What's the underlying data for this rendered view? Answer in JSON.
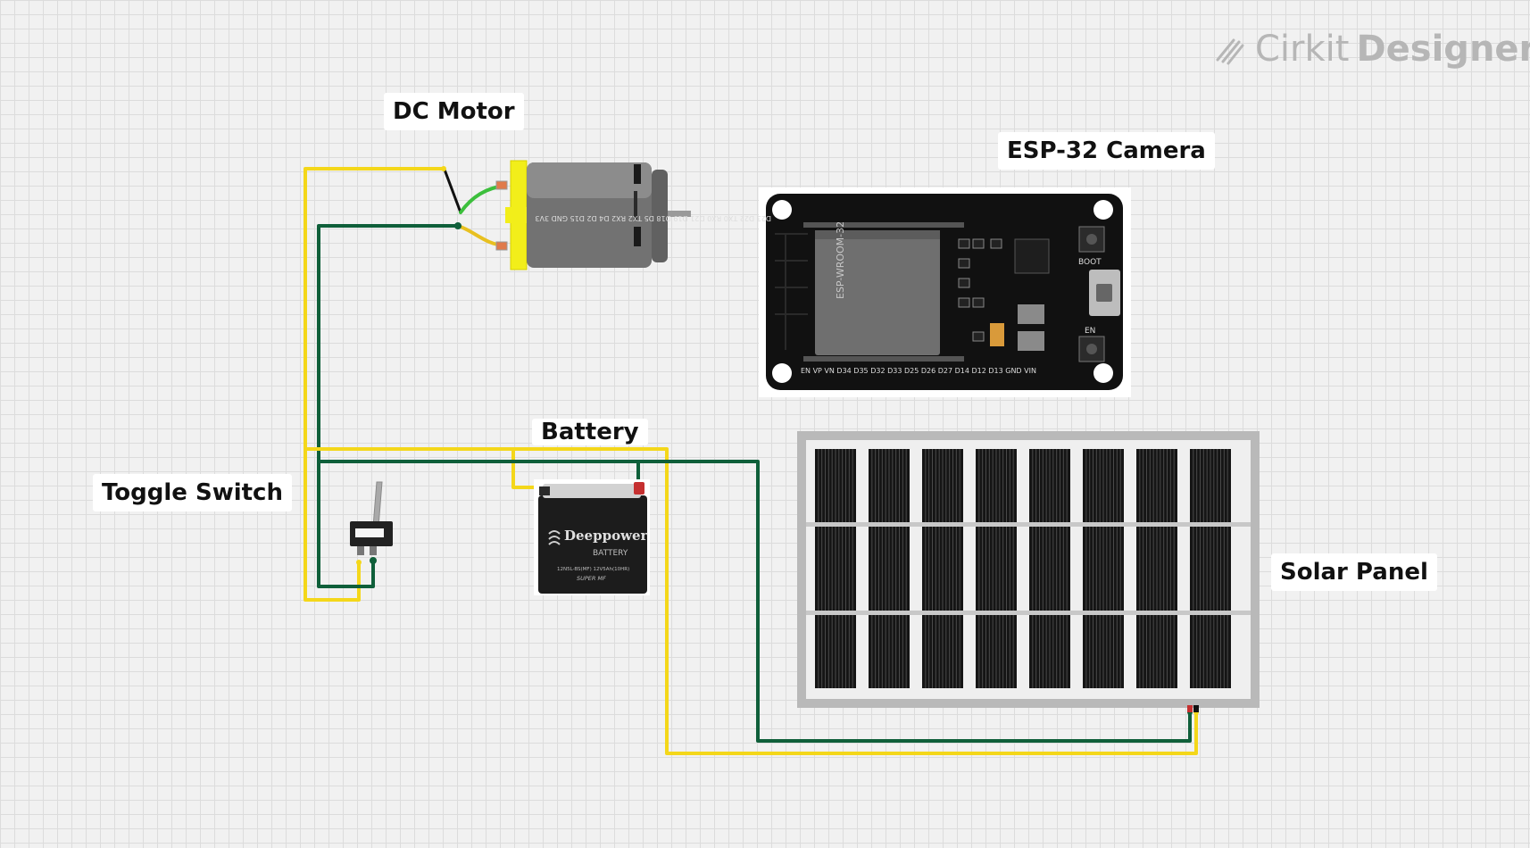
{
  "brand": {
    "name_part1": "Cirkit",
    "name_part2": "Designer",
    "icon": "pencil-lines-icon"
  },
  "components": {
    "dc_motor": {
      "label": "DC Motor"
    },
    "esp32": {
      "label": "ESP-32 Camera",
      "top_pins": "D23 D22 TX0 RX0 D21 D19 D18 D5 TX2 RX2 D4 D2 D15 GND 3V3",
      "bottom_pins": "EN VP VN D34 D35 D32 D33 D25 D26 D27 D14 D12 D13 GND VIN",
      "module_text": "ESP-WROOM-32",
      "boot_label": "BOOT",
      "en_label": "EN"
    },
    "battery": {
      "label": "Battery",
      "brand": "Deeppower",
      "type": "BATTERY",
      "spec": "12N5L-BS(MF) 12V5Ah(10HR)",
      "series": "SUPER MF"
    },
    "toggle_switch": {
      "label": "Toggle Switch"
    },
    "solar_panel": {
      "label": "Solar Panel",
      "cell_columns": 8
    }
  },
  "wire_colors": {
    "yellow": "#f4d71a",
    "green": "#0f5f3a",
    "motor_lead_green": "#3cbf3c",
    "motor_lead_yellow": "#e8c020"
  }
}
